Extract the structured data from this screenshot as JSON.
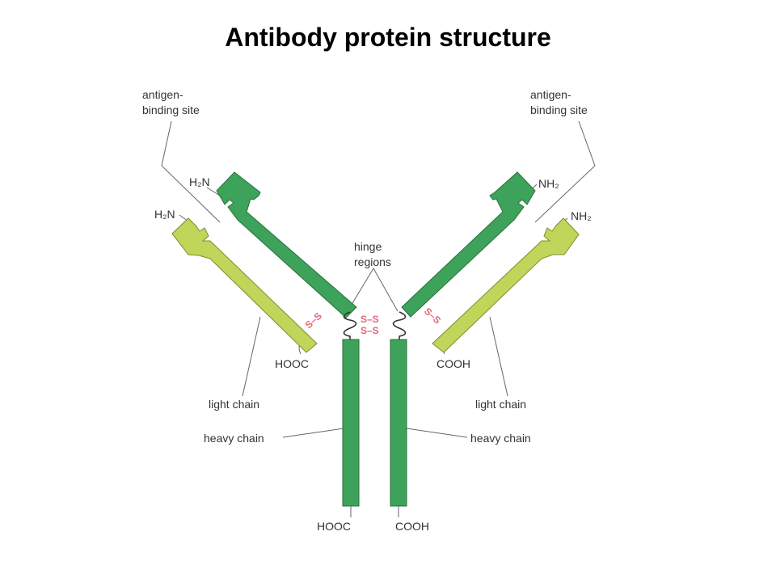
{
  "title": "Antibody protein structure",
  "labels": {
    "antigen_binding_left_1": "antigen-",
    "antigen_binding_left_2": "binding site",
    "antigen_binding_right_1": "antigen-",
    "antigen_binding_right_2": "binding site",
    "h2n_heavy_left": "H₂N",
    "h2n_light_left": "H₂N",
    "nh2_heavy_right": "NH₂",
    "nh2_light_right": "NH₂",
    "hinge_1": "hinge",
    "hinge_2": "regions",
    "hooc_light_left": "HOOC",
    "cooh_light_right": "COOH",
    "light_chain_left": "light chain",
    "light_chain_right": "light chain",
    "heavy_chain_left": "heavy chain",
    "heavy_chain_right": "heavy chain",
    "hooc_heavy_bottom": "HOOC",
    "cooh_heavy_bottom": "COOH",
    "ss_left": "S–S",
    "ss_center_top": "S–S",
    "ss_center_bottom": "S–S",
    "ss_right": "S–S"
  },
  "colors": {
    "heavy_chain": "#3ea35a",
    "light_chain": "#bfd65a",
    "disulfide": "#e8647a"
  }
}
